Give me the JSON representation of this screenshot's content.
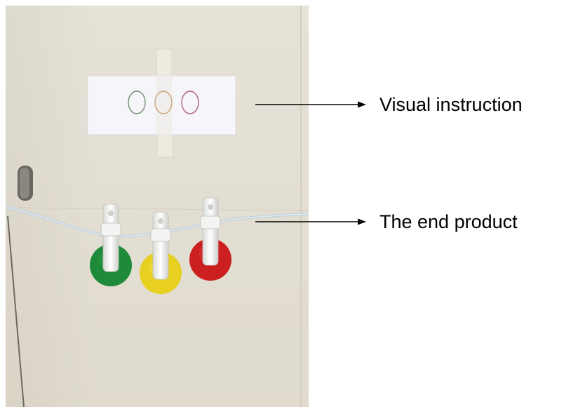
{
  "callouts": [
    {
      "label": "Visual instruction"
    },
    {
      "label": "The end product"
    }
  ],
  "photo": {
    "depicts": "cabinet-door-with-clothespins",
    "colors": {
      "door": "#e4e0d4",
      "paper": "#f7f6f9",
      "green": "#1f8a3a",
      "yellow": "#e8d020",
      "red": "#cc1f1f",
      "rope": "#c5d3dc"
    },
    "discs": [
      "green",
      "yellow",
      "red"
    ]
  }
}
